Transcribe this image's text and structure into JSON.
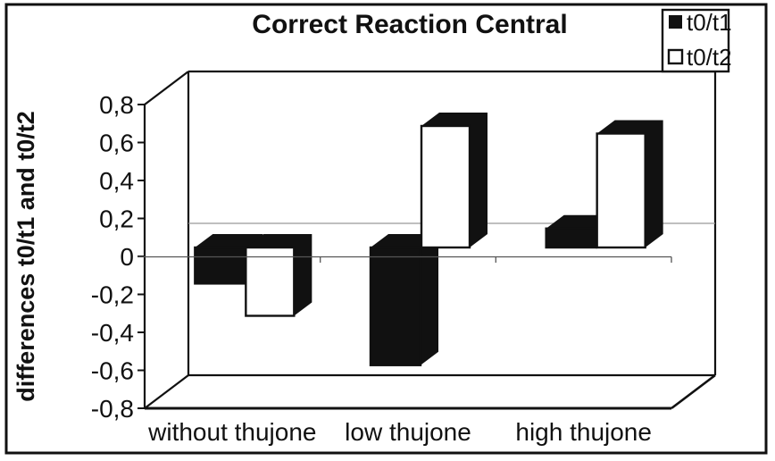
{
  "title": "Correct Reaction Central",
  "y_axis_label": "differences t0/t1 and t0/t2",
  "legend": {
    "items": [
      {
        "label": "t0/t1",
        "swatch": "black-filled-square"
      },
      {
        "label": "t0/t2",
        "swatch": "white-outlined-square"
      }
    ],
    "position": "top-right"
  },
  "chart_data": {
    "type": "bar",
    "projection": "3d",
    "title": "Correct Reaction Central",
    "categories": [
      "without thujone",
      "low thujone",
      "high thujone"
    ],
    "series": [
      {
        "name": "t0/t1",
        "color": "#111111",
        "values": [
          -0.19,
          -0.62,
          0.1
        ]
      },
      {
        "name": "t0/t2",
        "color": "#ffffff",
        "values": [
          -0.36,
          0.64,
          0.6
        ]
      }
    ],
    "ylabel": "differences t0/t1 and t0/t2",
    "xlabel": "",
    "ylim": [
      -0.8,
      0.8
    ],
    "ytick_step": 0.2,
    "ytick_labels": [
      "0,8",
      "0,6",
      "0,4",
      "0,2",
      "0",
      "-0,2",
      "-0,4",
      "-0,6",
      "-0,8"
    ],
    "decimal_separator": ",",
    "grid": "zero-gridline-only",
    "legend_position": "top-right",
    "colors": {
      "ink": "#111111",
      "gridline": "#999999",
      "zero_axis": "#555555",
      "background": "#ffffff"
    }
  }
}
